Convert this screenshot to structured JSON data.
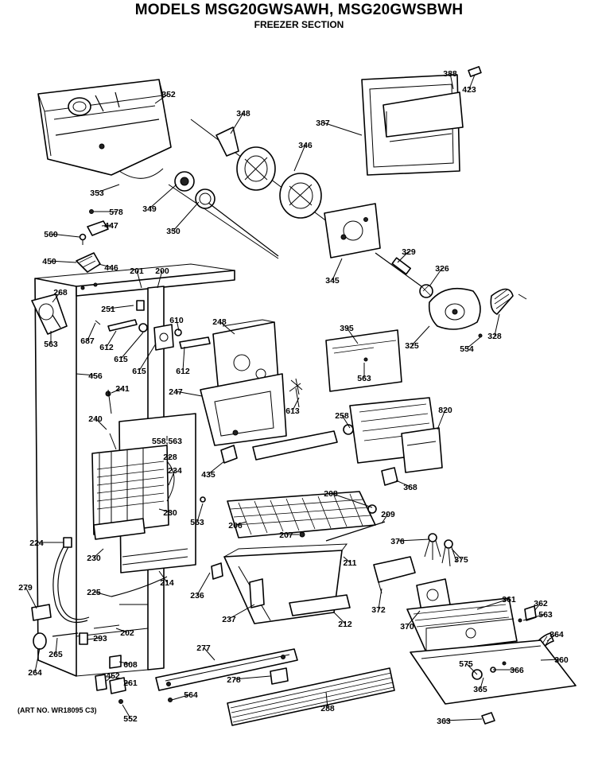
{
  "header": {
    "title": "MODELS MSG20GWSAWH, MSG20GWSBWH",
    "subtitle": "FREEZER SECTION"
  },
  "footer": {
    "art_number": "(ART NO. WR18095 C3)"
  },
  "part_labels": [
    "352",
    "348",
    "346",
    "387",
    "388",
    "423",
    "353",
    "349",
    "350",
    "578",
    "447",
    "560",
    "450",
    "446",
    "345",
    "329",
    "326",
    "201",
    "200",
    "268",
    "251",
    "563",
    "687",
    "612",
    "615",
    "610",
    "615",
    "612",
    "248",
    "395",
    "563",
    "325",
    "554",
    "328",
    "456",
    "241",
    "247",
    "613",
    "258",
    "820",
    "240",
    "558,563",
    "228",
    "234",
    "435",
    "368",
    "230",
    "563",
    "208",
    "209",
    "206",
    "207",
    "376",
    "375",
    "224",
    "230",
    "214",
    "211",
    "236",
    "372",
    "361",
    "362",
    "563",
    "279",
    "225",
    "237",
    "212",
    "370",
    "364",
    "202",
    "293",
    "265",
    "608",
    "277",
    "575",
    "366",
    "360",
    "264",
    "452",
    "261",
    "278",
    "365",
    "564",
    "288",
    "552",
    "363"
  ]
}
